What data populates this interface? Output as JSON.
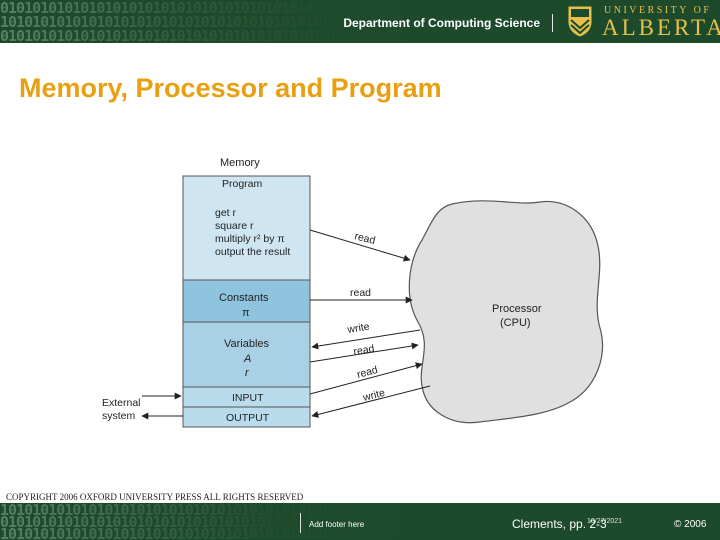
{
  "header": {
    "department": "Department of Computing Science",
    "university_small": "UNIVERSITY OF",
    "university_big": "ALBERTA",
    "binary_rows": [
      "01010101010101010101010101010101010101010101010101",
      "10101010101010101010101010101010101010101010101010",
      "01010101010101010101010101010101010101010101010101"
    ]
  },
  "slide": {
    "title": "Memory, Processor and Program"
  },
  "diagram": {
    "memory_label": "Memory",
    "program_label": "Program",
    "program_lines": [
      "get r",
      "square r",
      "multiply r² by π",
      "output the result"
    ],
    "constants_label": "Constants",
    "constants_value": "π",
    "variables_label": "Variables",
    "variables_values": [
      "A",
      "r"
    ],
    "input_label": "INPUT",
    "output_label": "OUTPUT",
    "external_label": [
      "External",
      "system"
    ],
    "processor_label": [
      "Processor",
      "(CPU)"
    ],
    "arrow_labels": [
      "read",
      "read",
      "write",
      "read",
      "read",
      "write"
    ],
    "colors": {
      "program_fill": "#cfe6f2",
      "constants_fill": "#8ec4de",
      "variables_fill": "#a9d1e6",
      "io_fill": "#b9dcec",
      "cpu_fill": "#e0e0e0"
    }
  },
  "copyright": "COPYRIGHT 2006 OXFORD UNIVERSITY PRESS ALL RIGHTS RESERVED",
  "footer": {
    "text": "Add footer here",
    "reference": "Clements, pp. 2-3",
    "date": "10/27/2021",
    "copyright": "© 2006",
    "binary_rows": [
      "10101010101010101010101010101010101010101010101010",
      "01010101010101010101010101010101010101010101010101",
      "10101010101010101010101010101010101010101010101010"
    ]
  }
}
